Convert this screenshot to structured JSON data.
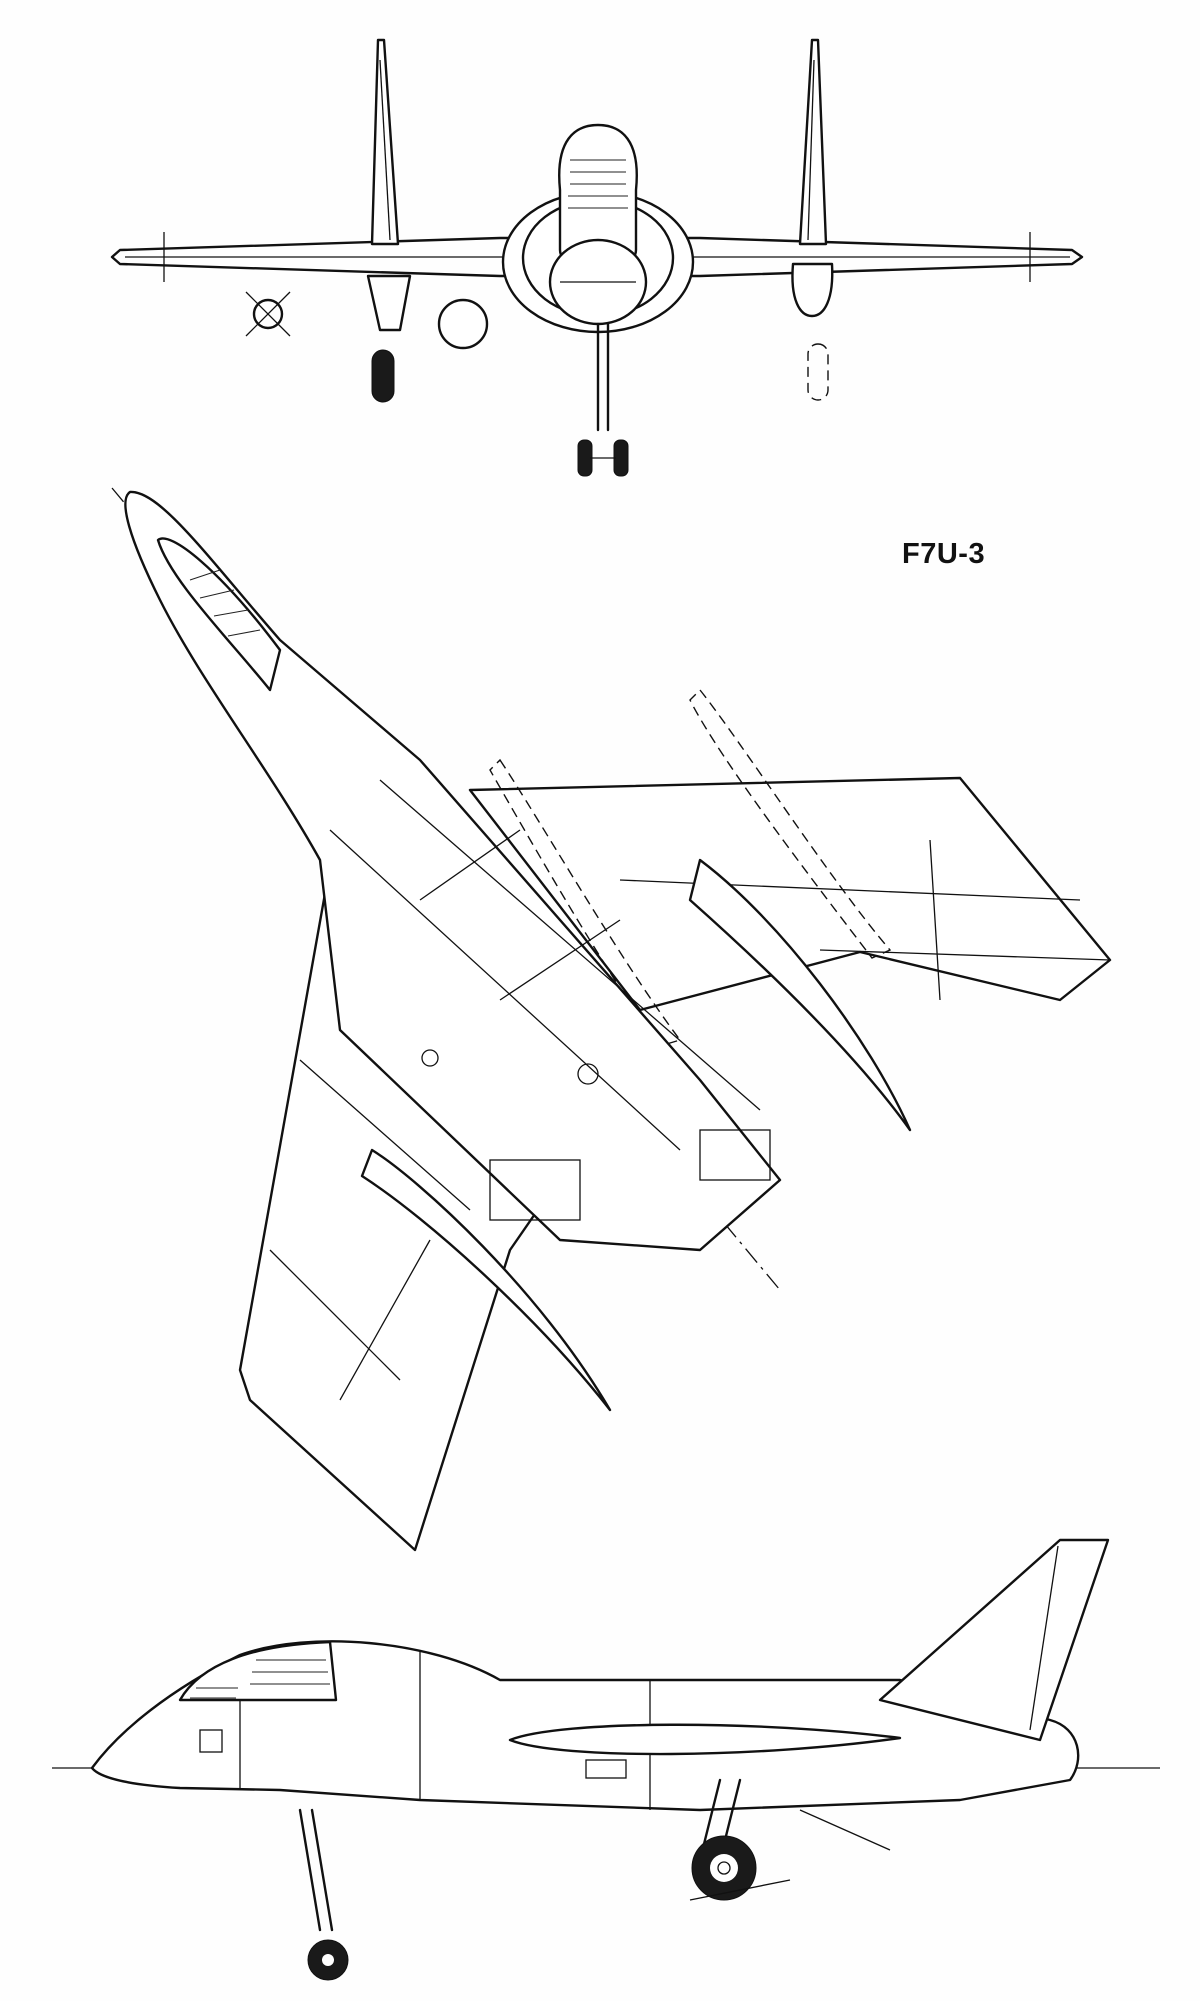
{
  "drawing": {
    "title": "F7U-3",
    "views": [
      "front-view",
      "plan-view",
      "side-view"
    ]
  }
}
